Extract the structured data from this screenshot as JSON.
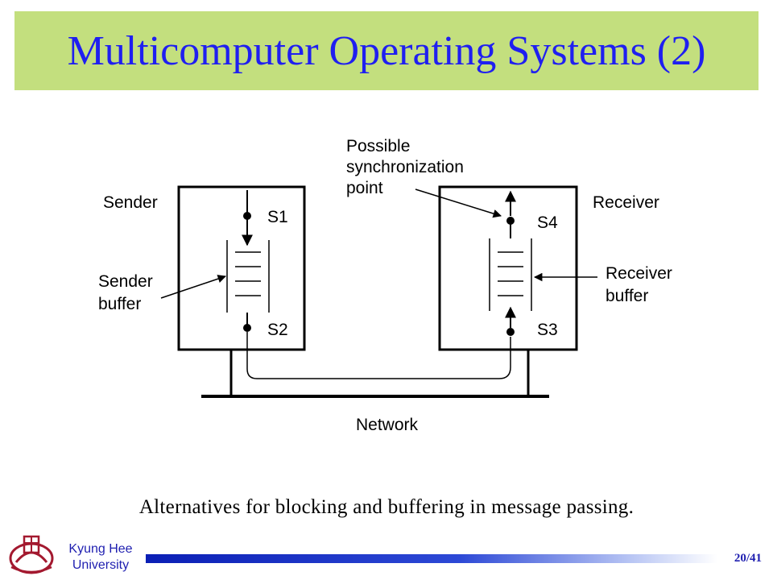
{
  "slide": {
    "title": "Multicomputer Operating Systems (2)",
    "caption": "Alternatives for blocking and buffering in message passing.",
    "page_number": "20/41"
  },
  "footer": {
    "university_line1": "Kyung Hee",
    "university_line2": "University"
  },
  "diagram": {
    "sender_label": "Sender",
    "receiver_label": "Receiver",
    "sender_buffer_line1": "Sender",
    "sender_buffer_line2": "buffer",
    "receiver_buffer_line1": "Receiver",
    "receiver_buffer_line2": "buffer",
    "sync_line1": "Possible",
    "sync_line2": "synchronization",
    "sync_line3": "point",
    "s1": "S1",
    "s2": "S2",
    "s3": "S3",
    "s4": "S4",
    "network_label": "Network"
  },
  "colors": {
    "title_bg": "#c3df7e",
    "title_text": "#1f1ff0",
    "footer_accent": "#1f1fb0"
  }
}
